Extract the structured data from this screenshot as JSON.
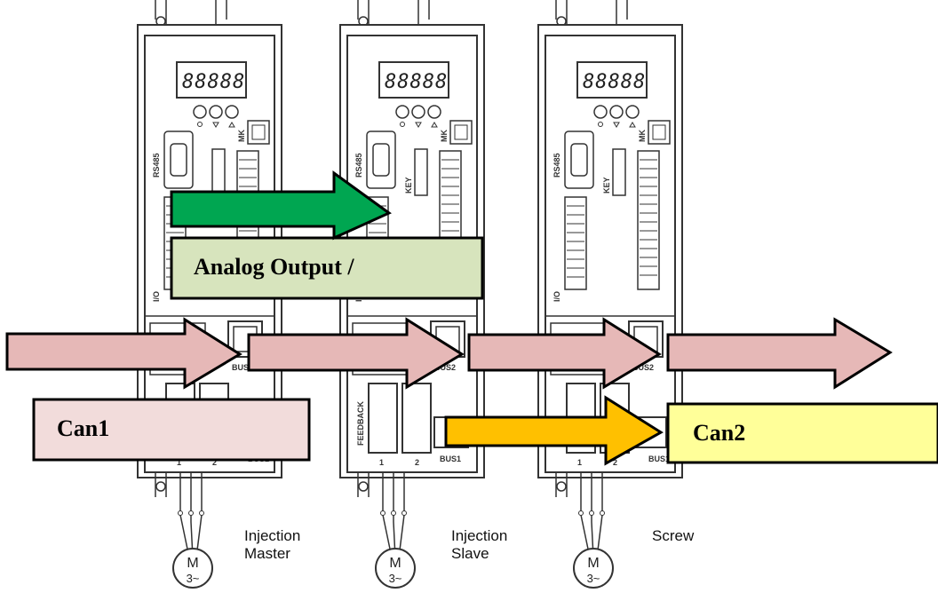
{
  "drives": [
    {
      "display": "88888",
      "port_labels": [
        "RS485",
        "MK",
        "I/O",
        "BUS2",
        "BUS1"
      ],
      "motor_caption": [
        "Injection",
        "Master"
      ]
    },
    {
      "display": "88888",
      "port_labels": [
        "RS485",
        "MK",
        "KEY",
        "I/O",
        "BUS2",
        "BUS1",
        "FEEDBACK"
      ],
      "motor_caption": [
        "Injection",
        "Slave"
      ]
    },
    {
      "display": "88888",
      "port_labels": [
        "RS485",
        "MK",
        "KEY",
        "I/O",
        "BUS2",
        "BUS1"
      ],
      "motor_caption": [
        "Screw"
      ]
    }
  ],
  "connector_numbers": [
    "1",
    "2"
  ],
  "motor": {
    "letter": "M",
    "phase": "3~"
  },
  "labels": {
    "analog": "Analog Output /",
    "can1": "Can1",
    "can2": "Can2"
  },
  "colors": {
    "analog_arrow": "#00a651",
    "can_arrow": "#e6b8b7",
    "can2_arrow": "#ffc000",
    "analog_box": "#d7e4bd",
    "can1_box": "#f2dcdb",
    "can2_box": "#ffff99"
  }
}
